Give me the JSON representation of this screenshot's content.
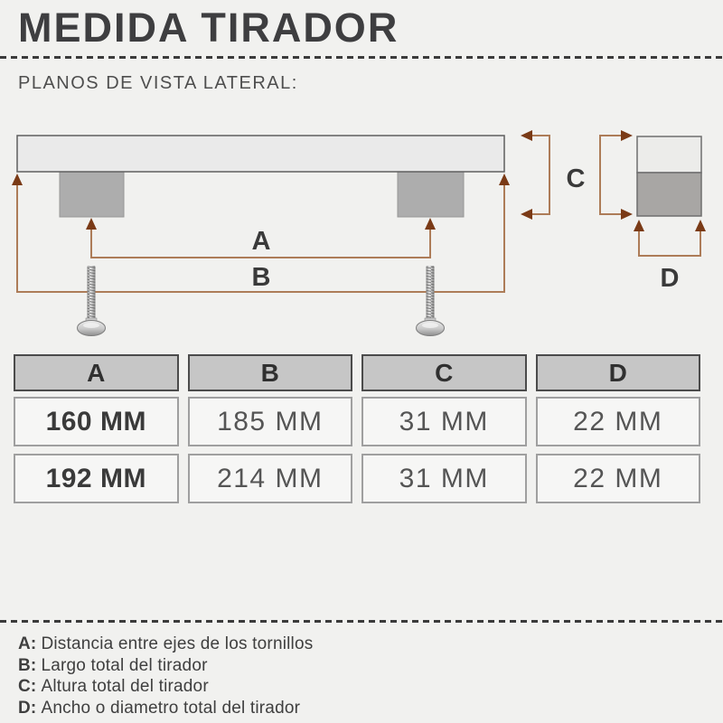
{
  "header": {
    "title": "MEDIDA TIRADOR",
    "subtitle": "PLANOS DE VISTA LATERAL:"
  },
  "diagram": {
    "label_a": "A",
    "label_b": "B",
    "label_c": "C",
    "label_d": "D"
  },
  "table": {
    "headers": [
      "A",
      "B",
      "C",
      "D"
    ],
    "rows": [
      [
        "160 MM",
        "185 MM",
        "31 MM",
        "22 MM"
      ],
      [
        "192 MM",
        "214 MM",
        "31 MM",
        "22 MM"
      ]
    ]
  },
  "legend": {
    "items": [
      {
        "key": "A:",
        "text": "Distancia entre ejes de los tornillos"
      },
      {
        "key": "B:",
        "text": "Largo total del tirador"
      },
      {
        "key": "C:",
        "text": "Altura total del tirador"
      },
      {
        "key": "D:",
        "text": "Ancho o diametro total del tirador"
      }
    ]
  },
  "colors": {
    "background": "#f1f1ef",
    "text_dark": "#3e3e40",
    "dimension_line": "#ad7c58",
    "arrowhead": "#7a3a16",
    "handle_bar_fill": "#eaeaea",
    "handle_post_fill": "#adadad",
    "cross_section_base_fill": "#a8a6a4",
    "table_header_bg": "#c6c6c6",
    "table_cell_bg": "#f6f6f5"
  }
}
